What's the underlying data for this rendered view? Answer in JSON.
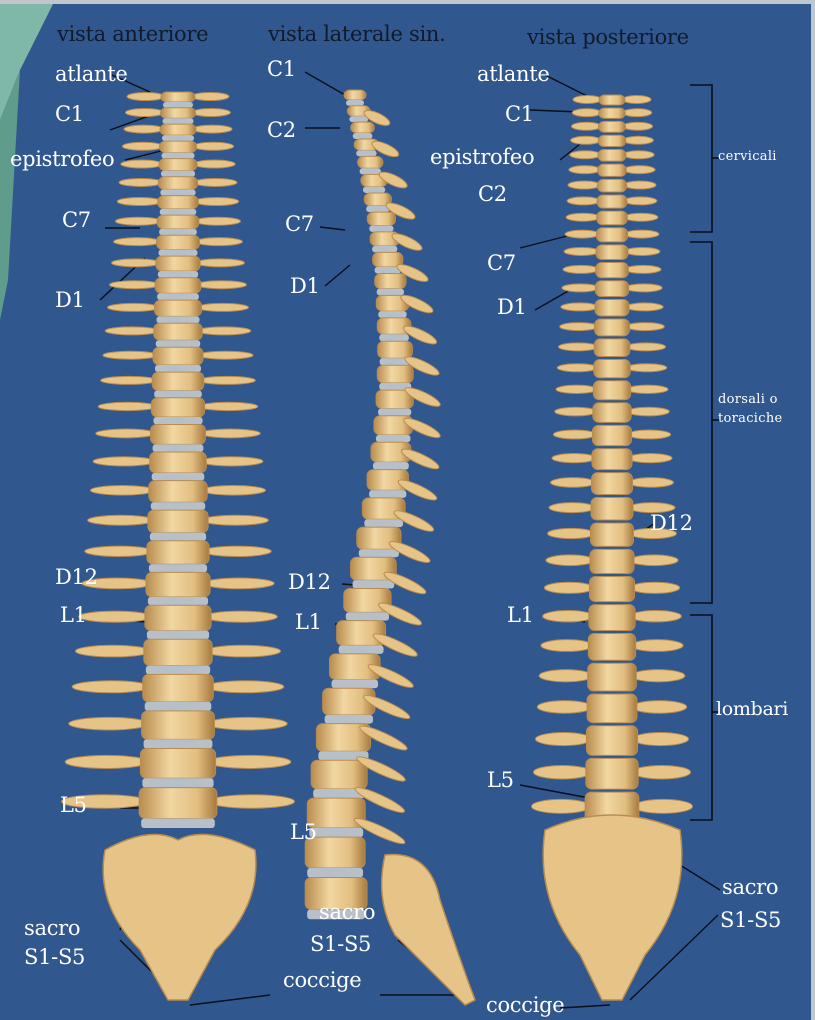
{
  "views": {
    "anterior": "vista anteriore",
    "lateral": "vista laterale sin.",
    "posterior": "vista posteriore"
  },
  "anterior_labels": {
    "atlante": "atlante",
    "c1": "C1",
    "epistrofeo": "epistrofeo",
    "c7": "C7",
    "d1": "D1",
    "d12": "D12",
    "l1": "L1",
    "l5": "L5",
    "sacro": "sacro",
    "s1s5": "S1-S5"
  },
  "lateral_labels": {
    "c1": "C1",
    "c2": "C2",
    "c7": "C7",
    "d1": "D1",
    "d12": "D12",
    "l1": "L1",
    "l5": "L5",
    "sacro": "sacro",
    "s1s5": "S1-S5",
    "coccige": "coccige"
  },
  "posterior_labels": {
    "atlante": "atlante",
    "c1": "C1",
    "epistrofeo": "epistrofeo",
    "c2": "C2",
    "c7": "C7",
    "d1": "D1",
    "d12": "D12",
    "l1": "L1",
    "l5": "L5",
    "sacro": "sacro",
    "s1s5": "S1-S5",
    "coccige": "coccige"
  },
  "regions": {
    "cervical": "cervicali",
    "thoracic_line1": "dorsali o",
    "thoracic_line2": "toraciche",
    "lumbar": "lombari"
  },
  "colors": {
    "background": "#31578f",
    "bone": "#e6c487",
    "bone_shade": "#b98c4e",
    "disc": "#b7c0c8",
    "label": "#ffffff",
    "header": "#111a2a"
  }
}
